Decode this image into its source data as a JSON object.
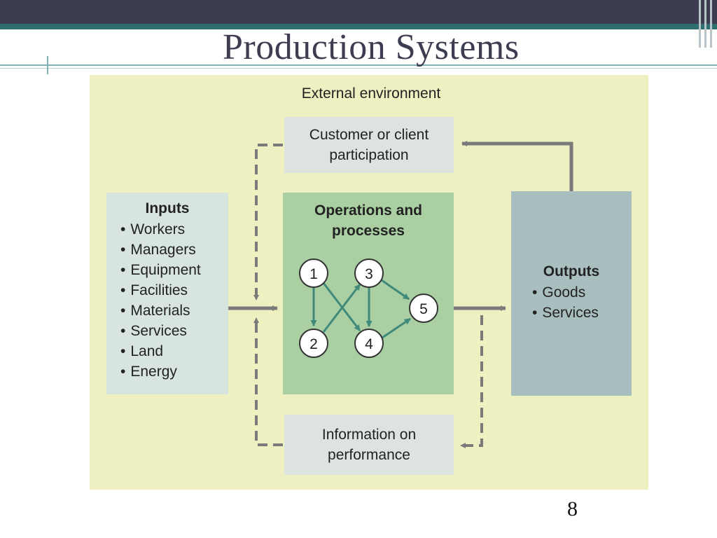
{
  "slide": {
    "title": "Production Systems",
    "page_number": "8"
  },
  "diagram": {
    "external_environment": "External environment",
    "customer_line1": "Customer or client",
    "customer_line2": "participation",
    "inputs": {
      "heading": "Inputs",
      "items": [
        "Workers",
        "Managers",
        "Equipment",
        "Facilities",
        "Materials",
        "Services",
        "Land",
        "Energy"
      ]
    },
    "operations": {
      "heading_line1": "Operations and",
      "heading_line2": "processes",
      "nodes": [
        "1",
        "2",
        "3",
        "4",
        "5"
      ]
    },
    "outputs": {
      "heading": "Outputs",
      "items": [
        "Goods",
        "Services"
      ]
    },
    "info_line1": "Information on",
    "info_line2": "performance"
  },
  "colors": {
    "title": "#3d3d52",
    "arrow": "#7a7a7a",
    "node_arrow": "#3f8a7a",
    "ops_fill": "#a9cfa3",
    "outputs_fill": "#a9bfbf"
  }
}
